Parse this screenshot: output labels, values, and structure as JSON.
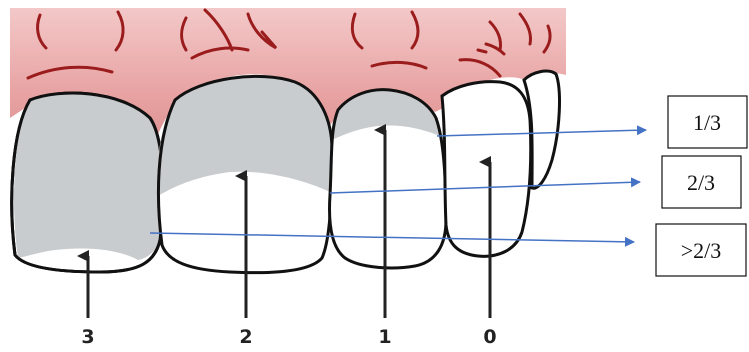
{
  "tooth_labels": {
    "t3": "3",
    "t2": "2",
    "t1": "1",
    "t0": "0"
  },
  "callouts": {
    "one_third": "1/3",
    "two_thirds": "2/3",
    "more_than_two_thirds": ">2/3"
  },
  "colors": {
    "gum": "#e8a3a3",
    "gum_light": "#f2c9c9",
    "gum_line": "#9b1c1c",
    "plaque": "#c9ccce",
    "tooth": "#ffffff",
    "outline": "#111111",
    "pointer_line": "#4472c4",
    "arrow": "#222222"
  }
}
